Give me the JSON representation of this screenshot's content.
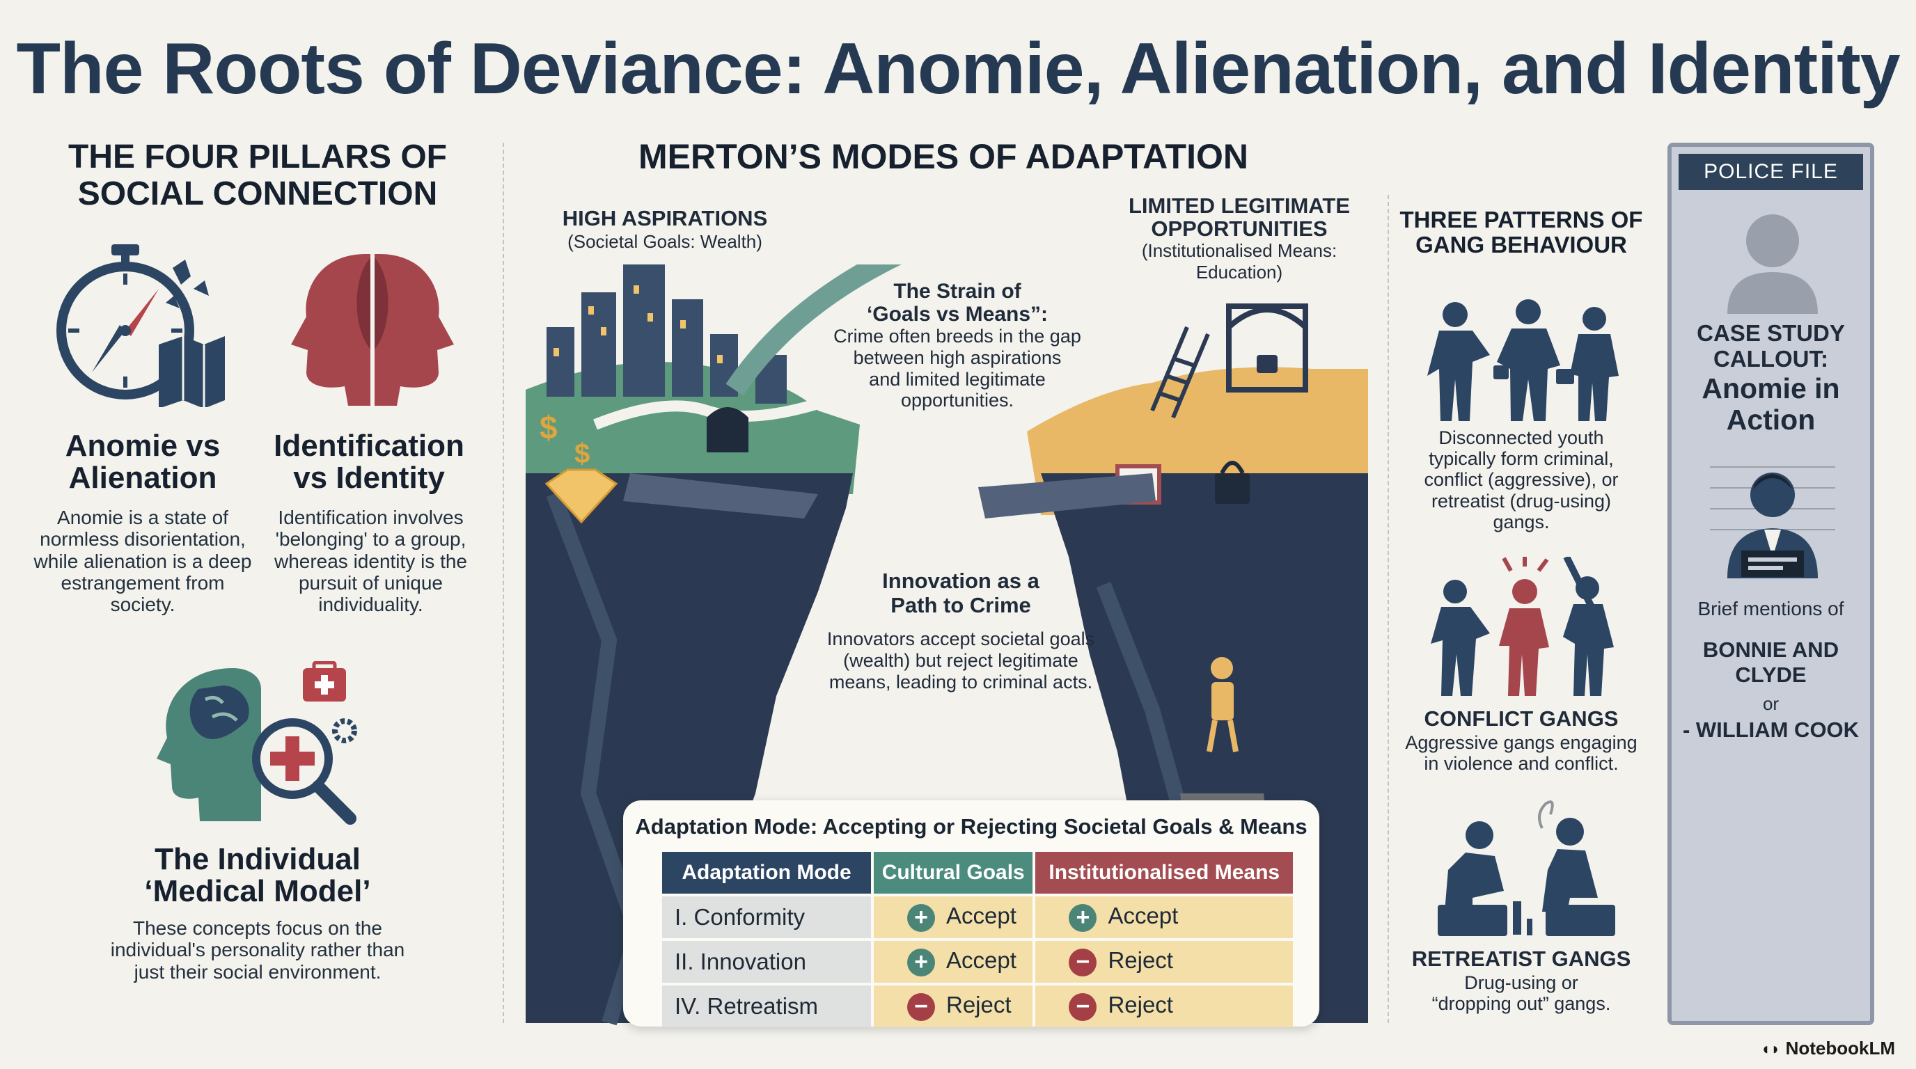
{
  "title": "The Roots of Deviance: Anomie, Alienation, and Identity",
  "pillars": {
    "heading_line1": "THE FOUR PILLARS OF",
    "heading_line2": "SOCIAL CONNECTION",
    "anomie": {
      "title_line1": "Anomie vs",
      "title_line2": "Alienation",
      "desc": [
        "Anomie is a state of",
        "normless disorientation,",
        "while alienation is a deep",
        "estrangement from",
        "society."
      ]
    },
    "identification": {
      "title_line1": "Identification",
      "title_line2": "vs Identity",
      "desc": [
        "Identification involves",
        "'belonging' to a group,",
        "whereas identity is the",
        "pursuit of unique",
        "individuality."
      ]
    },
    "medical": {
      "title_line1": "The Individual",
      "title_line2": "‘Medical Model’",
      "desc": [
        "These concepts focus on the",
        "individual's personality rather than",
        "just their social environment."
      ]
    }
  },
  "merton": {
    "heading": "MERTON’S MODES OF ADAPTATION",
    "high_aspirations": "HIGH ASPIRATIONS",
    "high_aspirations_sub": "(Societal Goals: Wealth)",
    "limited_line1": "LIMITED LEGITIMATE",
    "limited_line2": "OPPORTUNITIES",
    "limited_sub_line1": "(Institutionalised Means:",
    "limited_sub_line2": "Education)",
    "strain_title_line1": "The Strain of",
    "strain_title_line2": "‘Goals vs Means”:",
    "strain_desc": [
      "Crime often breeds in the gap",
      "between high aspirations",
      "and limited legitimate",
      "opportunities."
    ],
    "innovation_title_line1": "Innovation as a",
    "innovation_title_line2": "Path to Crime",
    "innovation_desc": [
      "Innovators accept societal goals",
      "(wealth) but reject legitimate",
      "means, leading to criminal acts."
    ],
    "table": {
      "caption": "Adaptation Mode: Accepting or Rejecting Societal Goals & Means",
      "headers": [
        "Adaptation Mode",
        "Cultural Goals",
        "Institutionalised Means"
      ],
      "rows": [
        {
          "mode": "I.  Conformity",
          "goals": "Accept",
          "means": "Accept"
        },
        {
          "mode": "II. Innovation",
          "goals": "Accept",
          "means": "Reject"
        },
        {
          "mode": "IV. Retreatism",
          "goals": "Reject",
          "means": "Reject"
        }
      ]
    }
  },
  "gangs": {
    "heading_line1": "THREE PATTERNS OF",
    "heading_line2": "GANG BEHAVIOUR",
    "intro": [
      "Disconnected youth",
      "typically form criminal,",
      "conflict (aggressive), or",
      "retreatist (drug-using)",
      "gangs."
    ],
    "conflict_title": "CONFLICT GANGS",
    "conflict_desc": [
      "Aggressive gangs engaging",
      "in violence and conflict."
    ],
    "retreatist_title": "RETREATIST GANGS",
    "retreatist_desc": [
      "Drug-using or",
      "“dropping out” gangs."
    ]
  },
  "police": {
    "tab": "POLICE FILE",
    "callout": [
      "CASE STUDY",
      "CALLOUT:"
    ],
    "callout_main": [
      "Anomie in",
      "Action"
    ],
    "brief": "Brief mentions of",
    "name1": [
      "BONNIE AND",
      "CLYDE"
    ],
    "or": "or",
    "name2": "- WILLIAM COOK"
  },
  "brand": "NotebookLM",
  "colors": {
    "title": "#253a52",
    "accent_green": "#4b8c7f",
    "accent_red": "#a34d52",
    "navy": "#2c4563",
    "sand": "#f4dfa8"
  }
}
